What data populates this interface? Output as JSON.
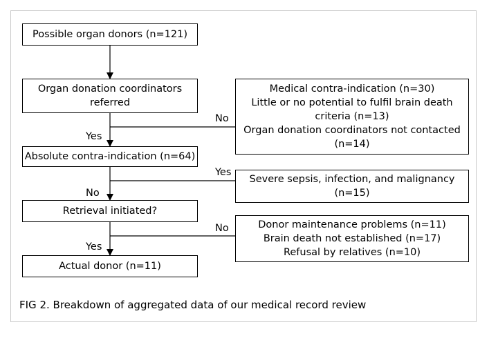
{
  "diagram": {
    "nodes": {
      "possible": {
        "label": "Possible organ donors (n=121)"
      },
      "coordinators": {
        "lines": [
          "Organ donation coordinators",
          "referred"
        ]
      },
      "absolute": {
        "label": "Absolute contra-indication (n=64)"
      },
      "retrieval": {
        "label": "Retrieval initiated?"
      },
      "actual": {
        "label": "Actual donor (n=11)"
      },
      "exclusion1": {
        "lines": [
          "Medical contra-indication (n=30)",
          "Little or no potential to fulfil brain death",
          "criteria (n=13)",
          "Organ donation coordinators not contacted",
          "(n=14)"
        ]
      },
      "exclusion2": {
        "lines": [
          "Severe sepsis, infection, and malignancy",
          "(n=15)"
        ]
      },
      "exclusion3": {
        "lines": [
          "Donor maintenance problems (n=11)",
          "Brain death not established (n=17)",
          "Refusal by relatives (n=10)"
        ]
      }
    },
    "edge_labels": {
      "no1": "No",
      "yes1": "Yes",
      "yes2": "Yes",
      "no2": "No",
      "no3": "No",
      "yes3": "Yes"
    }
  },
  "caption": "FIG 2.  Breakdown of aggregated data of our medical record review"
}
